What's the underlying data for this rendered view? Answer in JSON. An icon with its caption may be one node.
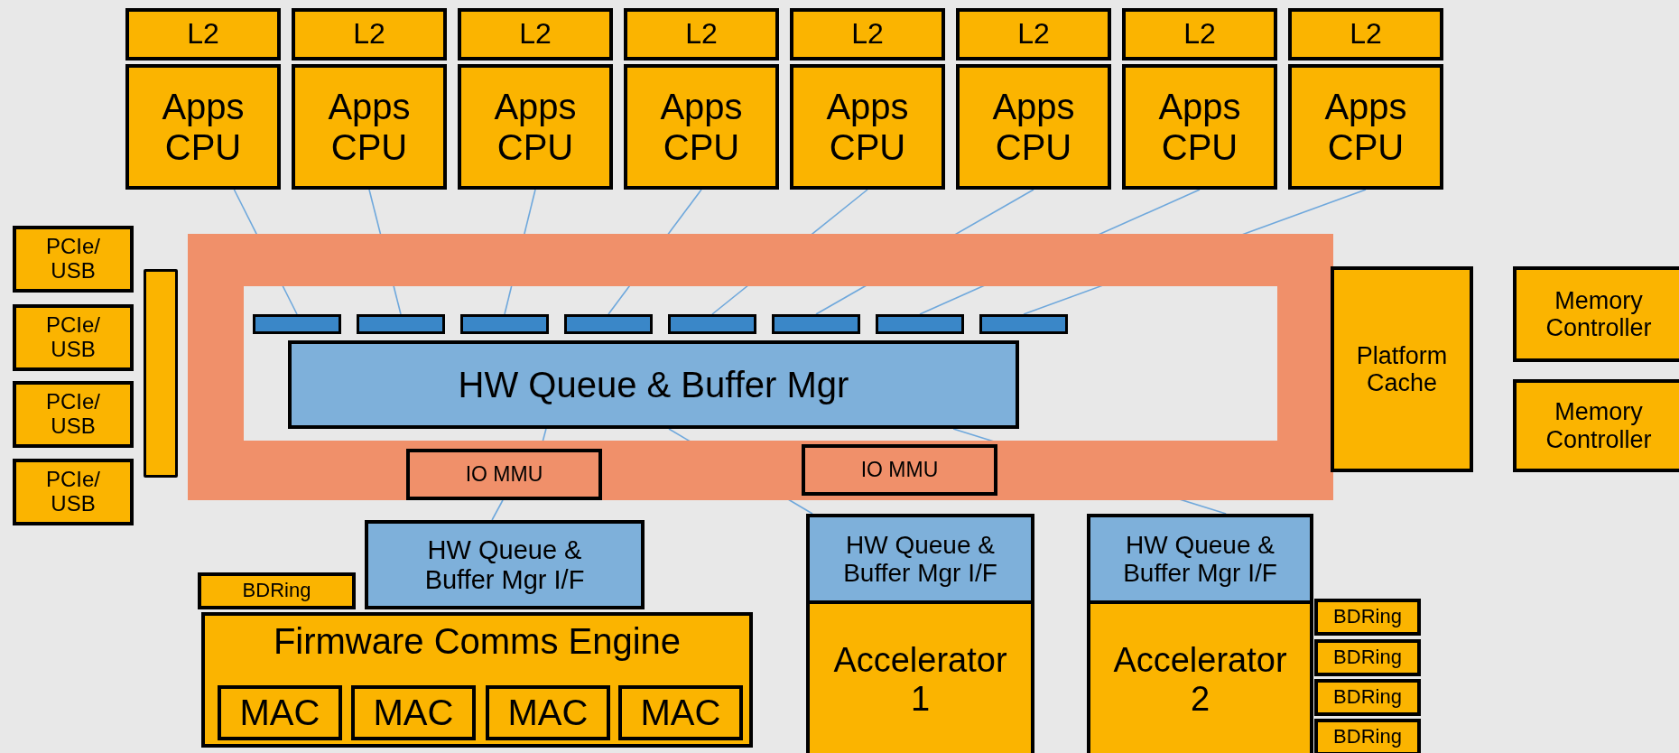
{
  "diagram": {
    "nodes": [
      {
        "text": [
          "L2"
        ]
      },
      {
        "text": [
          "L2"
        ]
      },
      {
        "text": [
          "L2"
        ]
      },
      {
        "text": [
          "L2"
        ]
      },
      {
        "text": [
          "L2"
        ]
      },
      {
        "text": [
          "L2"
        ]
      },
      {
        "text": [
          "L2"
        ]
      },
      {
        "text": [
          "L2"
        ]
      },
      {
        "text": [
          "Apps CPU"
        ]
      },
      {
        "text": [
          "Apps CPU"
        ]
      },
      {
        "text": [
          "Apps CPU"
        ]
      },
      {
        "text": [
          "Apps CPU"
        ]
      },
      {
        "text": [
          "Apps CPU"
        ]
      },
      {
        "text": [
          "Apps CPU"
        ]
      },
      {
        "text": [
          "Apps CPU"
        ]
      },
      {
        "text": [
          "Apps CPU"
        ]
      },
      {
        "text": [
          "PCIe/ USB"
        ]
      },
      {
        "text": [
          "PCIe/ USB"
        ]
      },
      {
        "text": [
          "PCIe/ USB"
        ]
      },
      {
        "text": [
          "PCIe/ USB"
        ]
      },
      {
        "text": [],
        "shape": "bar"
      },
      {
        "text": [],
        "shape": "box"
      },
      {
        "text": [],
        "shape": "box"
      },
      {
        "text": [],
        "shape": "box"
      },
      {
        "text": [],
        "shape": "box"
      },
      {
        "text": [],
        "shape": "box"
      },
      {
        "text": [],
        "shape": "box"
      },
      {
        "text": [],
        "shape": "box"
      },
      {
        "text": [],
        "shape": "box"
      },
      {
        "text": [
          "HW Queue & Buffer Mgr"
        ]
      },
      {
        "text": [
          "IO MMU"
        ]
      },
      {
        "text": [
          "IO MMU"
        ]
      },
      {
        "text": [
          "Platform Cache"
        ]
      },
      {
        "text": [
          "Memory Controller"
        ]
      },
      {
        "text": [
          "Memory Controller"
        ]
      },
      {
        "text": [
          "BDRing"
        ]
      },
      {
        "text": [
          "HW Queue & Buffer Mgr I/F"
        ]
      },
      {
        "text": [
          "HW Queue & Buffer Mgr I/F"
        ]
      },
      {
        "text": [
          "HW Queue & Buffer Mgr I/F"
        ]
      },
      {
        "text": [
          "Firmware Comms Engine"
        ]
      },
      {
        "text": [
          "MAC"
        ],
        "in": 39
      },
      {
        "text": [
          "MAC"
        ],
        "in": 39
      },
      {
        "text": [
          "MAC"
        ],
        "in": 39
      },
      {
        "text": [
          "MAC"
        ],
        "in": 39
      },
      {
        "text": [
          "Accelerator 1"
        ]
      },
      {
        "text": [
          "Accelerator 2"
        ]
      },
      {
        "text": [
          "BDRing"
        ]
      },
      {
        "text": [
          "BDRing"
        ]
      },
      {
        "text": [
          "BDRing"
        ]
      },
      {
        "text": [
          "BDRing"
        ]
      }
    ],
    "edges": [
      {
        "from": 8,
        "to": 21,
        "arrow": "none"
      },
      {
        "from": 9,
        "to": 22,
        "arrow": "none"
      },
      {
        "from": 10,
        "to": 23,
        "arrow": "none"
      },
      {
        "from": 11,
        "to": 24,
        "arrow": "none"
      },
      {
        "from": 12,
        "to": 25,
        "arrow": "none"
      },
      {
        "from": 13,
        "to": 26,
        "arrow": "none"
      },
      {
        "from": 14,
        "to": 27,
        "arrow": "none"
      },
      {
        "from": 15,
        "to": 28,
        "arrow": "none"
      },
      {
        "from": 29,
        "to": 30,
        "arrow": "none"
      },
      {
        "from": 30,
        "to": 36,
        "arrow": "none"
      },
      {
        "from": 29,
        "to": 37,
        "arrow": "none"
      },
      {
        "from": 29,
        "to": 38,
        "arrow": "none"
      }
    ]
  }
}
